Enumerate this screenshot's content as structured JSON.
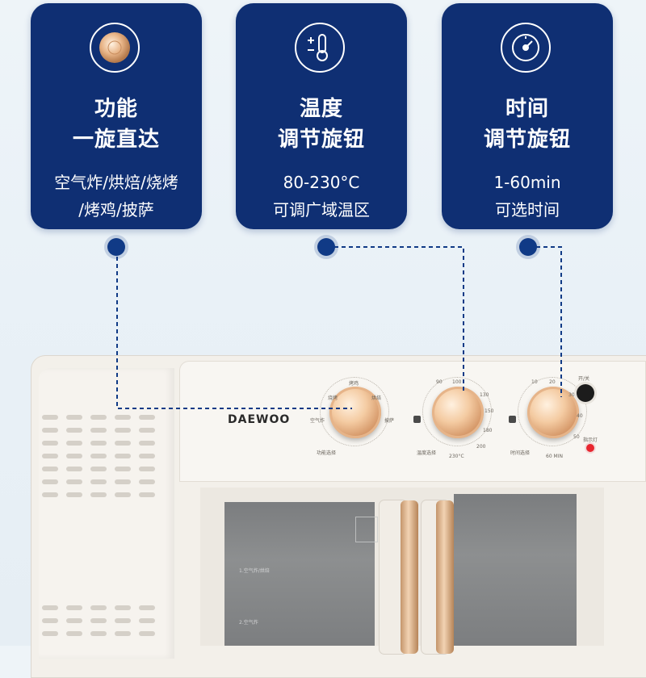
{
  "cards": [
    {
      "icon": "knob-icon",
      "title_lines": [
        "功能",
        "一旋直达"
      ],
      "desc_lines": [
        "空气炸/烘焙/烧烤",
        "/烤鸡/披萨"
      ]
    },
    {
      "icon": "thermometer-icon",
      "title_lines": [
        "温度",
        "调节旋钮"
      ],
      "desc_lines": [
        "80-230°C",
        "可调广域温区"
      ]
    },
    {
      "icon": "timer-icon",
      "title_lines": [
        "时间",
        "调节旋钮"
      ],
      "desc_lines": [
        "1-60min",
        "可选时间"
      ]
    }
  ],
  "oven": {
    "brand": "DAEWOO",
    "knob1_labels": [
      "烤鸡",
      "烧烤",
      "烘焙",
      "披萨",
      "空气炸",
      "功能选择"
    ],
    "knob2_labels": [
      "90",
      "100",
      "130",
      "150",
      "180",
      "200",
      "230°C",
      "温度选择"
    ],
    "knob3_labels": [
      "10",
      "20",
      "30",
      "40",
      "50",
      "60 MIN",
      "时间选择"
    ],
    "power_label": "开/关",
    "indicator_label": "指示灯",
    "glass_lines": [
      "1.空气炸/烘焙",
      "2.空气炸"
    ]
  },
  "colors": {
    "card_bg": "#0f2f73",
    "accent_gold": "#d6996a",
    "dash": "#103a86"
  }
}
